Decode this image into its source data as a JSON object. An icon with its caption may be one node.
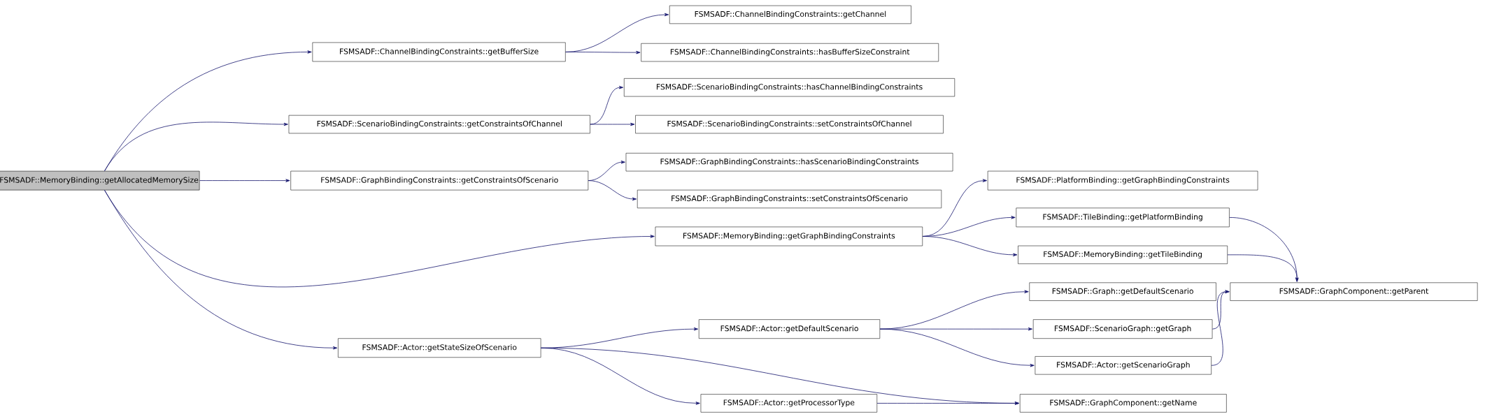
{
  "diagram": {
    "nodes": [
      {
        "text": [
          "FSMSADF::MemoryBinding::getAllocatedMemorySize"
        ]
      },
      {
        "text": [
          "FSMSADF::ChannelBindingConstraints::getBufferSize"
        ]
      },
      {
        "text": [
          "FSMSADF::ChannelBindingConstraints::getChannel"
        ]
      },
      {
        "text": [
          "FSMSADF::ChannelBindingConstraints::hasBufferSizeConstraint"
        ]
      },
      {
        "text": [
          "FSMSADF::ScenarioBindingConstraints::getConstraintsOfChannel"
        ]
      },
      {
        "text": [
          "FSMSADF::ScenarioBindingConstraints::hasChannelBindingConstraints"
        ]
      },
      {
        "text": [
          "FSMSADF::ScenarioBindingConstraints::setConstraintsOfChannel"
        ]
      },
      {
        "text": [
          "FSMSADF::GraphBindingConstraints::getConstraintsOfScenario"
        ]
      },
      {
        "text": [
          "FSMSADF::GraphBindingConstraints::hasScenarioBindingConstraints"
        ]
      },
      {
        "text": [
          "FSMSADF::GraphBindingConstraints::setConstraintsOfScenario"
        ]
      },
      {
        "text": [
          "FSMSADF::MemoryBinding::getGraphBindingConstraints"
        ]
      },
      {
        "text": [
          "FSMSADF::PlatformBinding::getGraphBindingConstraints"
        ]
      },
      {
        "text": [
          "FSMSADF::TileBinding::getPlatformBinding"
        ]
      },
      {
        "text": [
          "FSMSADF::MemoryBinding::getTileBinding"
        ]
      },
      {
        "text": [
          "FSMSADF::GraphComponent::getParent"
        ]
      },
      {
        "text": [
          "FSMSADF::Actor::getStateSizeOfScenario"
        ]
      },
      {
        "text": [
          "FSMSADF::Actor::getDefaultScenario"
        ]
      },
      {
        "text": [
          "FSMSADF::Graph::getDefaultScenario"
        ]
      },
      {
        "text": [
          "FSMSADF::ScenarioGraph::getGraph"
        ]
      },
      {
        "text": [
          "FSMSADF::Actor::getScenarioGraph"
        ]
      },
      {
        "text": [
          "FSMSADF::Actor::getProcessorType"
        ]
      },
      {
        "text": [
          "FSMSADF::GraphComponent::getName"
        ]
      }
    ],
    "edges": [
      {
        "from": 0,
        "to": 1,
        "arrow": "to"
      },
      {
        "from": 0,
        "to": 4,
        "arrow": "to"
      },
      {
        "from": 0,
        "to": 7,
        "arrow": "to"
      },
      {
        "from": 0,
        "to": 10,
        "arrow": "to"
      },
      {
        "from": 0,
        "to": 15,
        "arrow": "to"
      },
      {
        "from": 1,
        "to": 2,
        "arrow": "to"
      },
      {
        "from": 1,
        "to": 3,
        "arrow": "to"
      },
      {
        "from": 4,
        "to": 5,
        "arrow": "to"
      },
      {
        "from": 4,
        "to": 6,
        "arrow": "to"
      },
      {
        "from": 7,
        "to": 8,
        "arrow": "to"
      },
      {
        "from": 7,
        "to": 9,
        "arrow": "to"
      },
      {
        "from": 10,
        "to": 11,
        "arrow": "to"
      },
      {
        "from": 10,
        "to": 12,
        "arrow": "to"
      },
      {
        "from": 10,
        "to": 13,
        "arrow": "to"
      },
      {
        "from": 12,
        "to": 14,
        "arrow": "to"
      },
      {
        "from": 13,
        "to": 14,
        "arrow": "to"
      },
      {
        "from": 15,
        "to": 16,
        "arrow": "to"
      },
      {
        "from": 15,
        "to": 20,
        "arrow": "to"
      },
      {
        "from": 15,
        "to": 21,
        "arrow": "to"
      },
      {
        "from": 16,
        "to": 17,
        "arrow": "to"
      },
      {
        "from": 16,
        "to": 18,
        "arrow": "to"
      },
      {
        "from": 16,
        "to": 19,
        "arrow": "to"
      },
      {
        "from": 18,
        "to": 14,
        "arrow": "to"
      },
      {
        "from": 19,
        "to": 14,
        "arrow": "to"
      },
      {
        "from": 20,
        "to": 21,
        "arrow": "to"
      }
    ]
  }
}
